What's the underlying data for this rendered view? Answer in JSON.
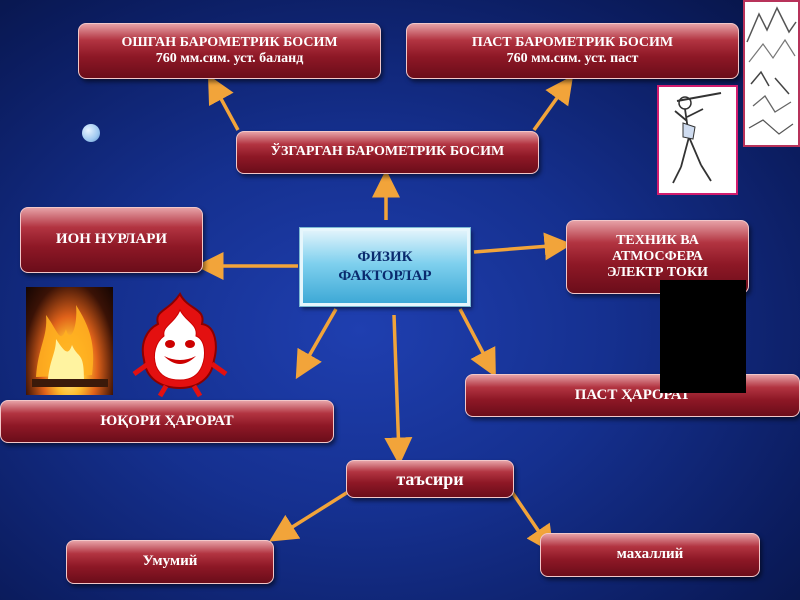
{
  "center": {
    "line1": "ФИЗИК",
    "line2": "ФАКТОРЛАР"
  },
  "boxes": {
    "high_pressure": {
      "line1": "ОШГАН БАРОМЕТРИК БОСИМ",
      "line2": "760 мм.сим. уст. баланд"
    },
    "low_pressure": {
      "line1": "ПАСТ БАРОМЕТРИК БОСИМ",
      "line2": "760 мм.сим. уст. паст"
    },
    "changed_pressure": "ЎЗГАРГАН БАРОМЕТРИК БОСИМ",
    "ion_rays": "ИОН НУРЛАРИ",
    "technical": {
      "line1": "ТЕХНИК ВА",
      "line2": "АТМОСФЕРА",
      "line3": "ЭЛЕКТР ТОКИ"
    },
    "high_temp": "ЮҚОРИ ҲАРОРАТ",
    "low_temp": "ПАСТ ҲАРОРАТ",
    "effect": "таъсири",
    "general": "Умумий",
    "local": "махаллий"
  },
  "colors": {
    "arrow": "#f2a43a",
    "box_dark": "#8e1826",
    "center_box": "#7fd0ee",
    "background": "#15308f"
  },
  "icons": [
    "moon-circle",
    "fire-photo",
    "fire-mascot",
    "cartoon-musician",
    "mountain-sketch"
  ]
}
